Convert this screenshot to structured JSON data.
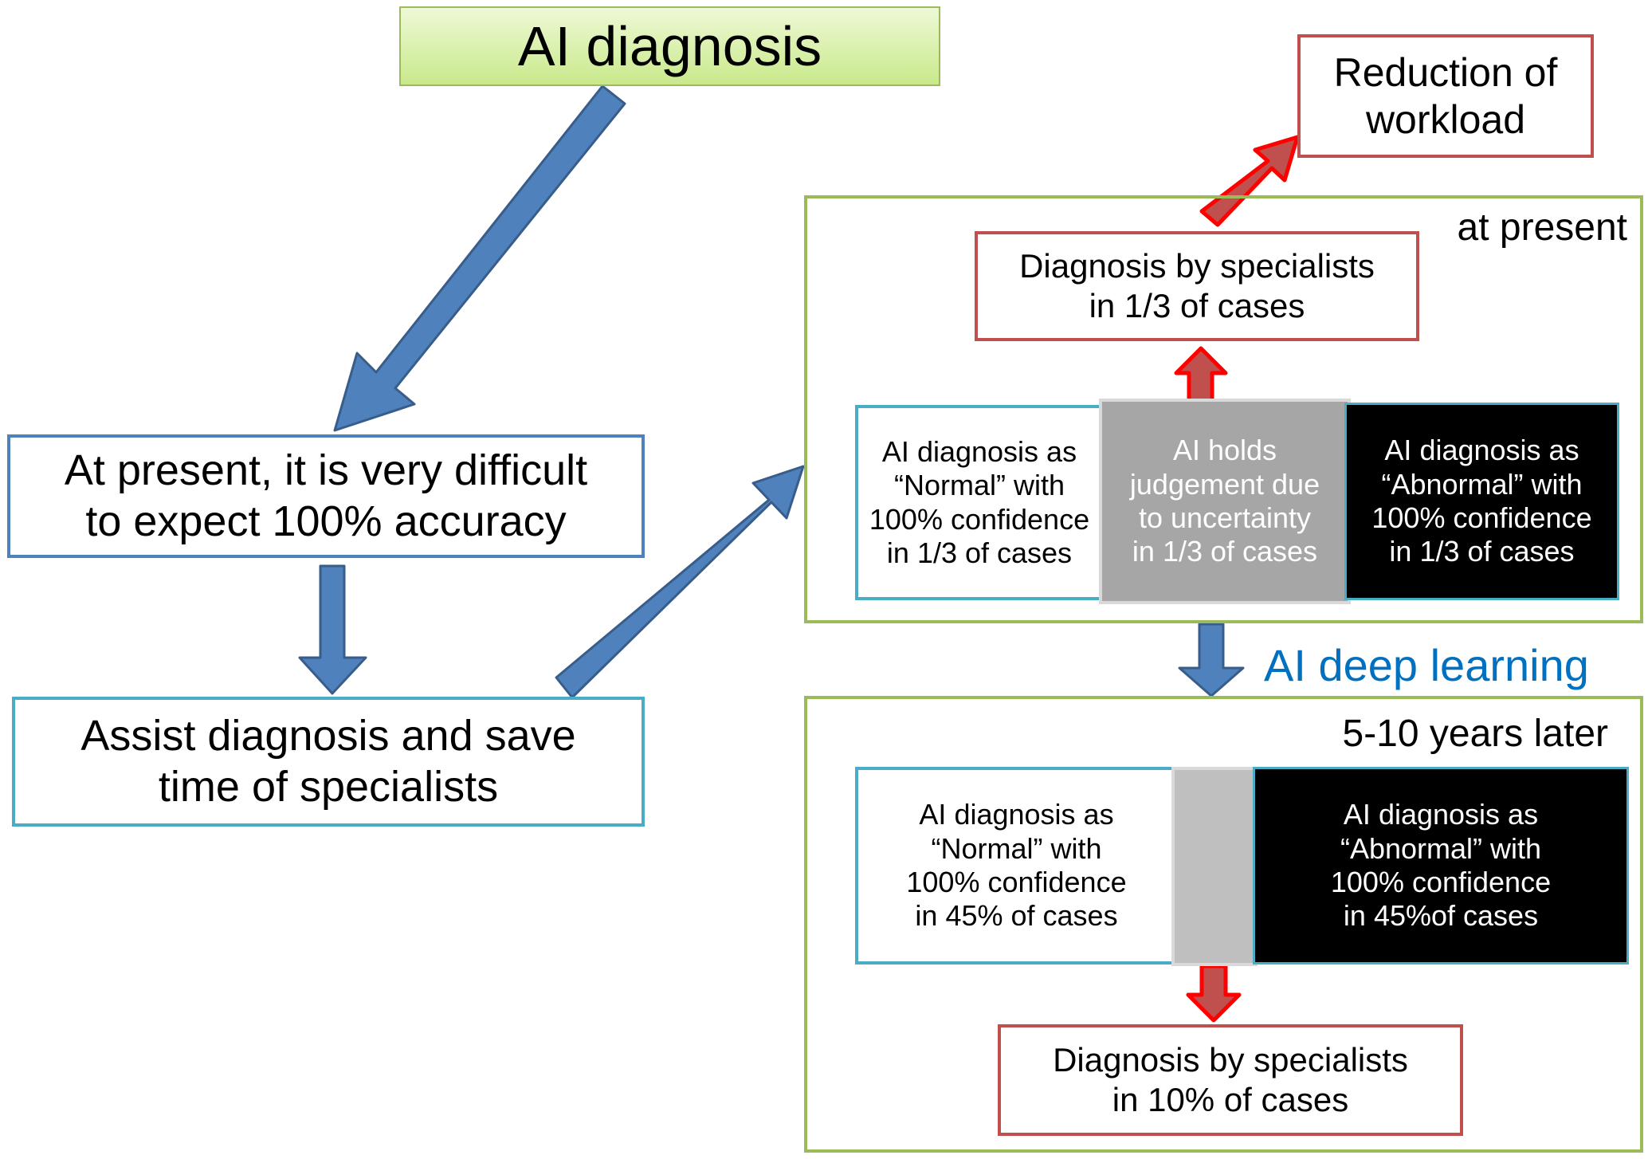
{
  "colors": {
    "title_fill": "#d8f1a6",
    "title_border": "#9bbb59",
    "blue_border": "#4f81bd",
    "cyan_border": "#4bacc6",
    "red_border": "#c0504d",
    "green_frame": "#9bbb59",
    "blue_arrow": "#4f81bd",
    "red_arrow_fill": "#c0504d",
    "red_arrow_stroke": "#ff0000",
    "gray_box": "#a6a6a6",
    "gray_strip": "#bfbfbf",
    "black_box": "#000000",
    "accent_text": "#0070c0"
  },
  "title": "AI diagnosis",
  "left": {
    "accuracy": "At present, it is very difficult\nto expect 100% accuracy",
    "assist": "Assist diagnosis and save\ntime of specialists"
  },
  "workload": "Reduction of\nworkload",
  "present": {
    "label": "at present",
    "specialists": "Diagnosis by specialists\nin 1/3 of cases",
    "normal": "AI diagnosis as\n“Normal” with\n100% confidence\nin 1/3 of cases",
    "holds": "AI holds\njudgement due\nto uncertainty\nin 1/3 of cases",
    "abnormal": "AI diagnosis as\n“Abnormal” with\n100% confidence\nin 1/3 of cases"
  },
  "deep_learning": "AI deep learning",
  "later": {
    "label": "5-10 years later",
    "normal": "AI diagnosis as\n“Normal” with\n100% confidence\nin 45% of cases",
    "abnormal": "AI diagnosis as\n“Abnormal” with\n100% confidence\nin 45%of cases",
    "specialists": "Diagnosis by specialists\nin 10% of cases"
  }
}
